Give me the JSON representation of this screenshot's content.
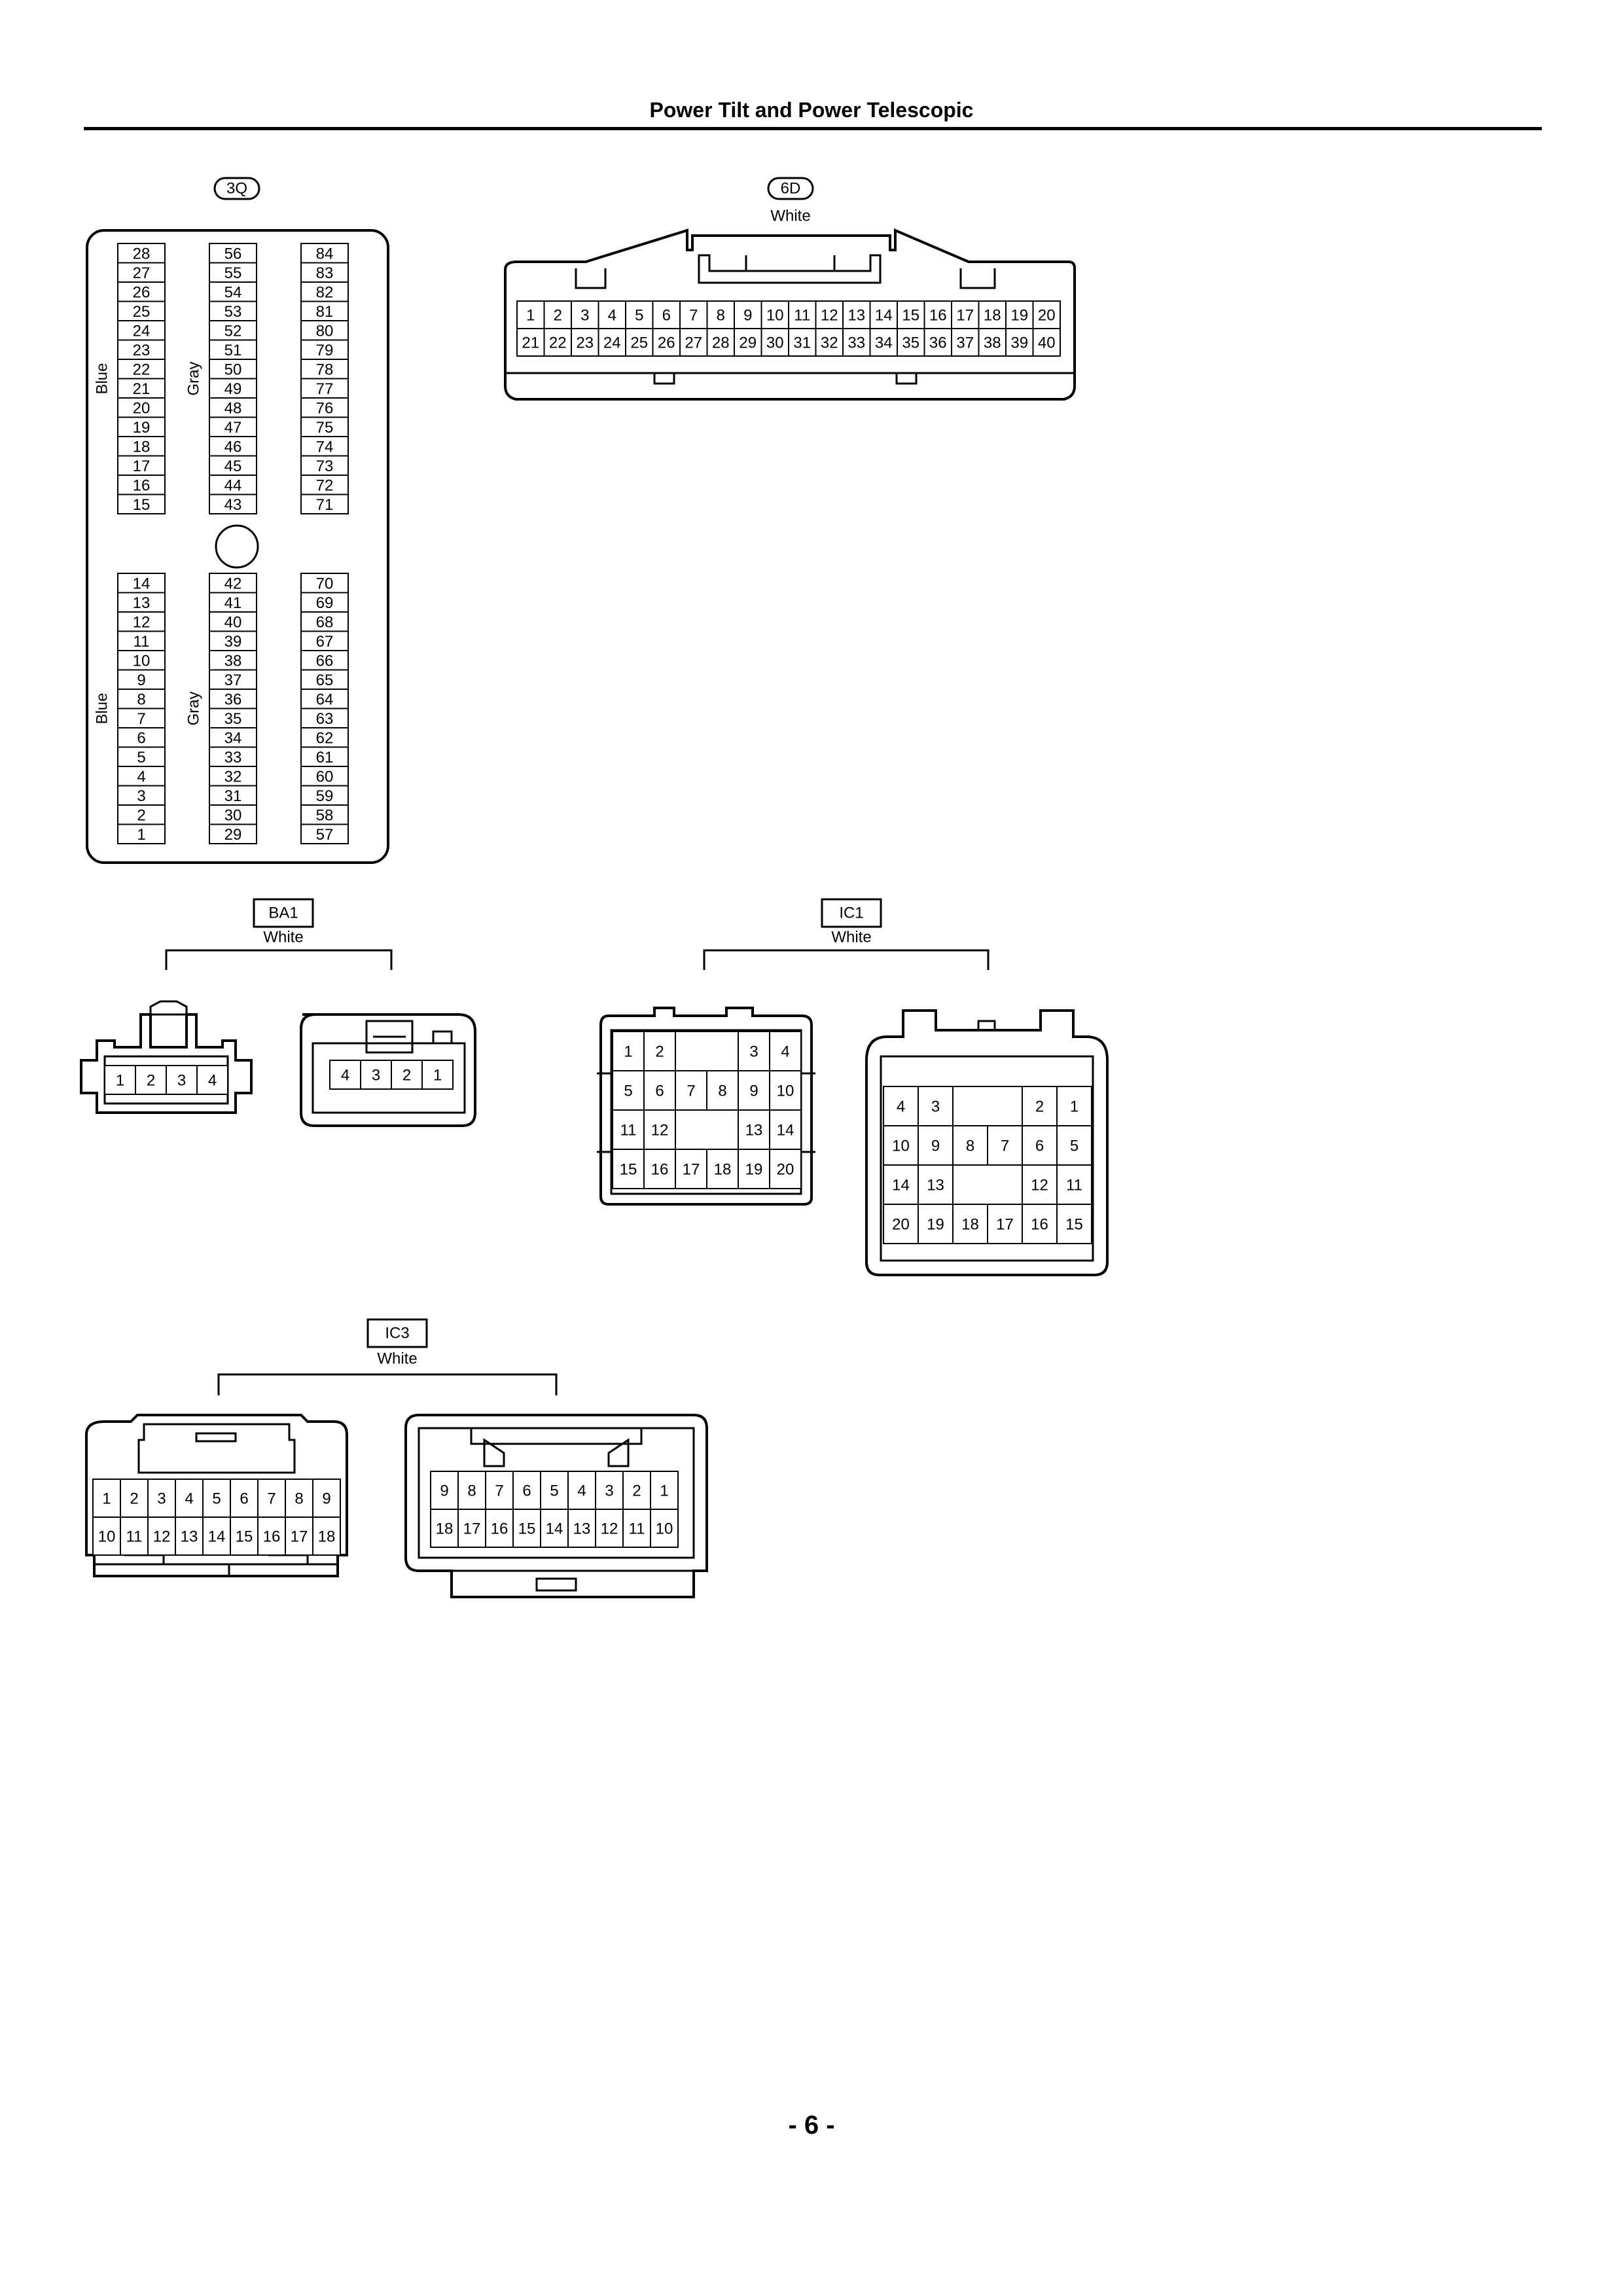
{
  "header": {
    "title": "Power Tilt and Power Telescopic"
  },
  "footer": {
    "page_number": "- 6 -"
  },
  "connectors": [
    {
      "id": "3Q",
      "color": "",
      "groups": [
        {
          "label": "Blue",
          "pins": [
            "28",
            "27",
            "26",
            "25",
            "24",
            "23",
            "22",
            "21",
            "20",
            "19",
            "18",
            "17",
            "16",
            "15"
          ]
        },
        {
          "label": "Gray",
          "pins": [
            "56",
            "55",
            "54",
            "53",
            "52",
            "51",
            "50",
            "49",
            "48",
            "47",
            "46",
            "45",
            "44",
            "43"
          ]
        },
        {
          "label": "",
          "pins": [
            "84",
            "83",
            "82",
            "81",
            "80",
            "79",
            "78",
            "77",
            "76",
            "75",
            "74",
            "73",
            "72",
            "71"
          ]
        },
        {
          "label": "Blue",
          "pins": [
            "14",
            "13",
            "12",
            "11",
            "10",
            "9",
            "8",
            "7",
            "6",
            "5",
            "4",
            "3",
            "2",
            "1"
          ]
        },
        {
          "label": "Gray",
          "pins": [
            "42",
            "41",
            "40",
            "39",
            "38",
            "37",
            "36",
            "35",
            "34",
            "33",
            "32",
            "31",
            "30",
            "29"
          ]
        },
        {
          "label": "",
          "pins": [
            "70",
            "69",
            "68",
            "67",
            "66",
            "65",
            "64",
            "63",
            "62",
            "61",
            "60",
            "59",
            "58",
            "57"
          ]
        }
      ]
    },
    {
      "id": "6D",
      "color": "White",
      "rows": [
        [
          "1",
          "2",
          "3",
          "4",
          "5",
          "6",
          "7",
          "8",
          "9",
          "10",
          "11",
          "12",
          "13",
          "14",
          "15",
          "16",
          "17",
          "18",
          "19",
          "20"
        ],
        [
          "21",
          "22",
          "23",
          "24",
          "25",
          "26",
          "27",
          "28",
          "29",
          "30",
          "31",
          "32",
          "33",
          "34",
          "35",
          "36",
          "37",
          "38",
          "39",
          "40"
        ]
      ]
    },
    {
      "id": "BA1",
      "color": "White",
      "views": [
        [
          "1",
          "2",
          "3",
          "4"
        ],
        [
          "4",
          "3",
          "2",
          "1"
        ]
      ]
    },
    {
      "id": "IC1",
      "color": "White",
      "views": [
        [
          [
            "1",
            "2",
            "",
            "",
            "3",
            "4"
          ],
          [
            "5",
            "6",
            "7",
            "8",
            "9",
            "10"
          ],
          [
            "11",
            "12",
            "",
            "",
            "13",
            "14"
          ],
          [
            "15",
            "16",
            "17",
            "18",
            "19",
            "20"
          ]
        ],
        [
          [
            "4",
            "3",
            "",
            "",
            "2",
            "1"
          ],
          [
            "10",
            "9",
            "8",
            "7",
            "6",
            "5"
          ],
          [
            "14",
            "13",
            "",
            "",
            "12",
            "11"
          ],
          [
            "20",
            "19",
            "18",
            "17",
            "16",
            "15"
          ]
        ]
      ]
    },
    {
      "id": "IC3",
      "color": "White",
      "views": [
        [
          [
            "1",
            "2",
            "3",
            "4",
            "5",
            "6",
            "7",
            "8",
            "9"
          ],
          [
            "10",
            "11",
            "12",
            "13",
            "14",
            "15",
            "16",
            "17",
            "18"
          ]
        ],
        [
          [
            "9",
            "8",
            "7",
            "6",
            "5",
            "4",
            "3",
            "2",
            "1"
          ],
          [
            "18",
            "17",
            "16",
            "15",
            "14",
            "13",
            "12",
            "11",
            "10"
          ]
        ]
      ]
    }
  ]
}
